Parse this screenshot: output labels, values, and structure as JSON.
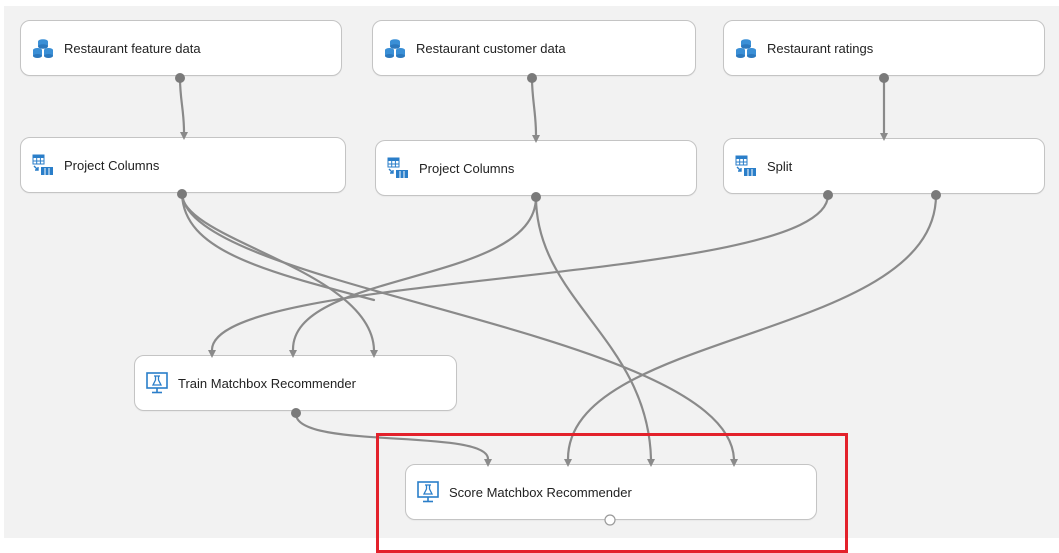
{
  "modules": {
    "feature_data": {
      "label": "Restaurant feature data",
      "icon": "dataset-icon"
    },
    "customer_data": {
      "label": "Restaurant customer data",
      "icon": "dataset-icon"
    },
    "ratings": {
      "label": "Restaurant ratings",
      "icon": "dataset-icon"
    },
    "project_columns_1": {
      "label": "Project Columns",
      "icon": "table-transform-icon"
    },
    "project_columns_2": {
      "label": "Project Columns",
      "icon": "table-transform-icon"
    },
    "split": {
      "label": "Split",
      "icon": "table-transform-icon"
    },
    "train": {
      "label": "Train Matchbox Recommender",
      "icon": "train-recommender-icon"
    },
    "score": {
      "label": "Score Matchbox Recommender",
      "icon": "score-recommender-icon"
    }
  },
  "colors": {
    "canvas": "#f2f2f2",
    "module_border": "#c4c4c4",
    "connector": "#808080",
    "highlight": "#e3212b",
    "dataset_icon": "#3a8fd6"
  }
}
